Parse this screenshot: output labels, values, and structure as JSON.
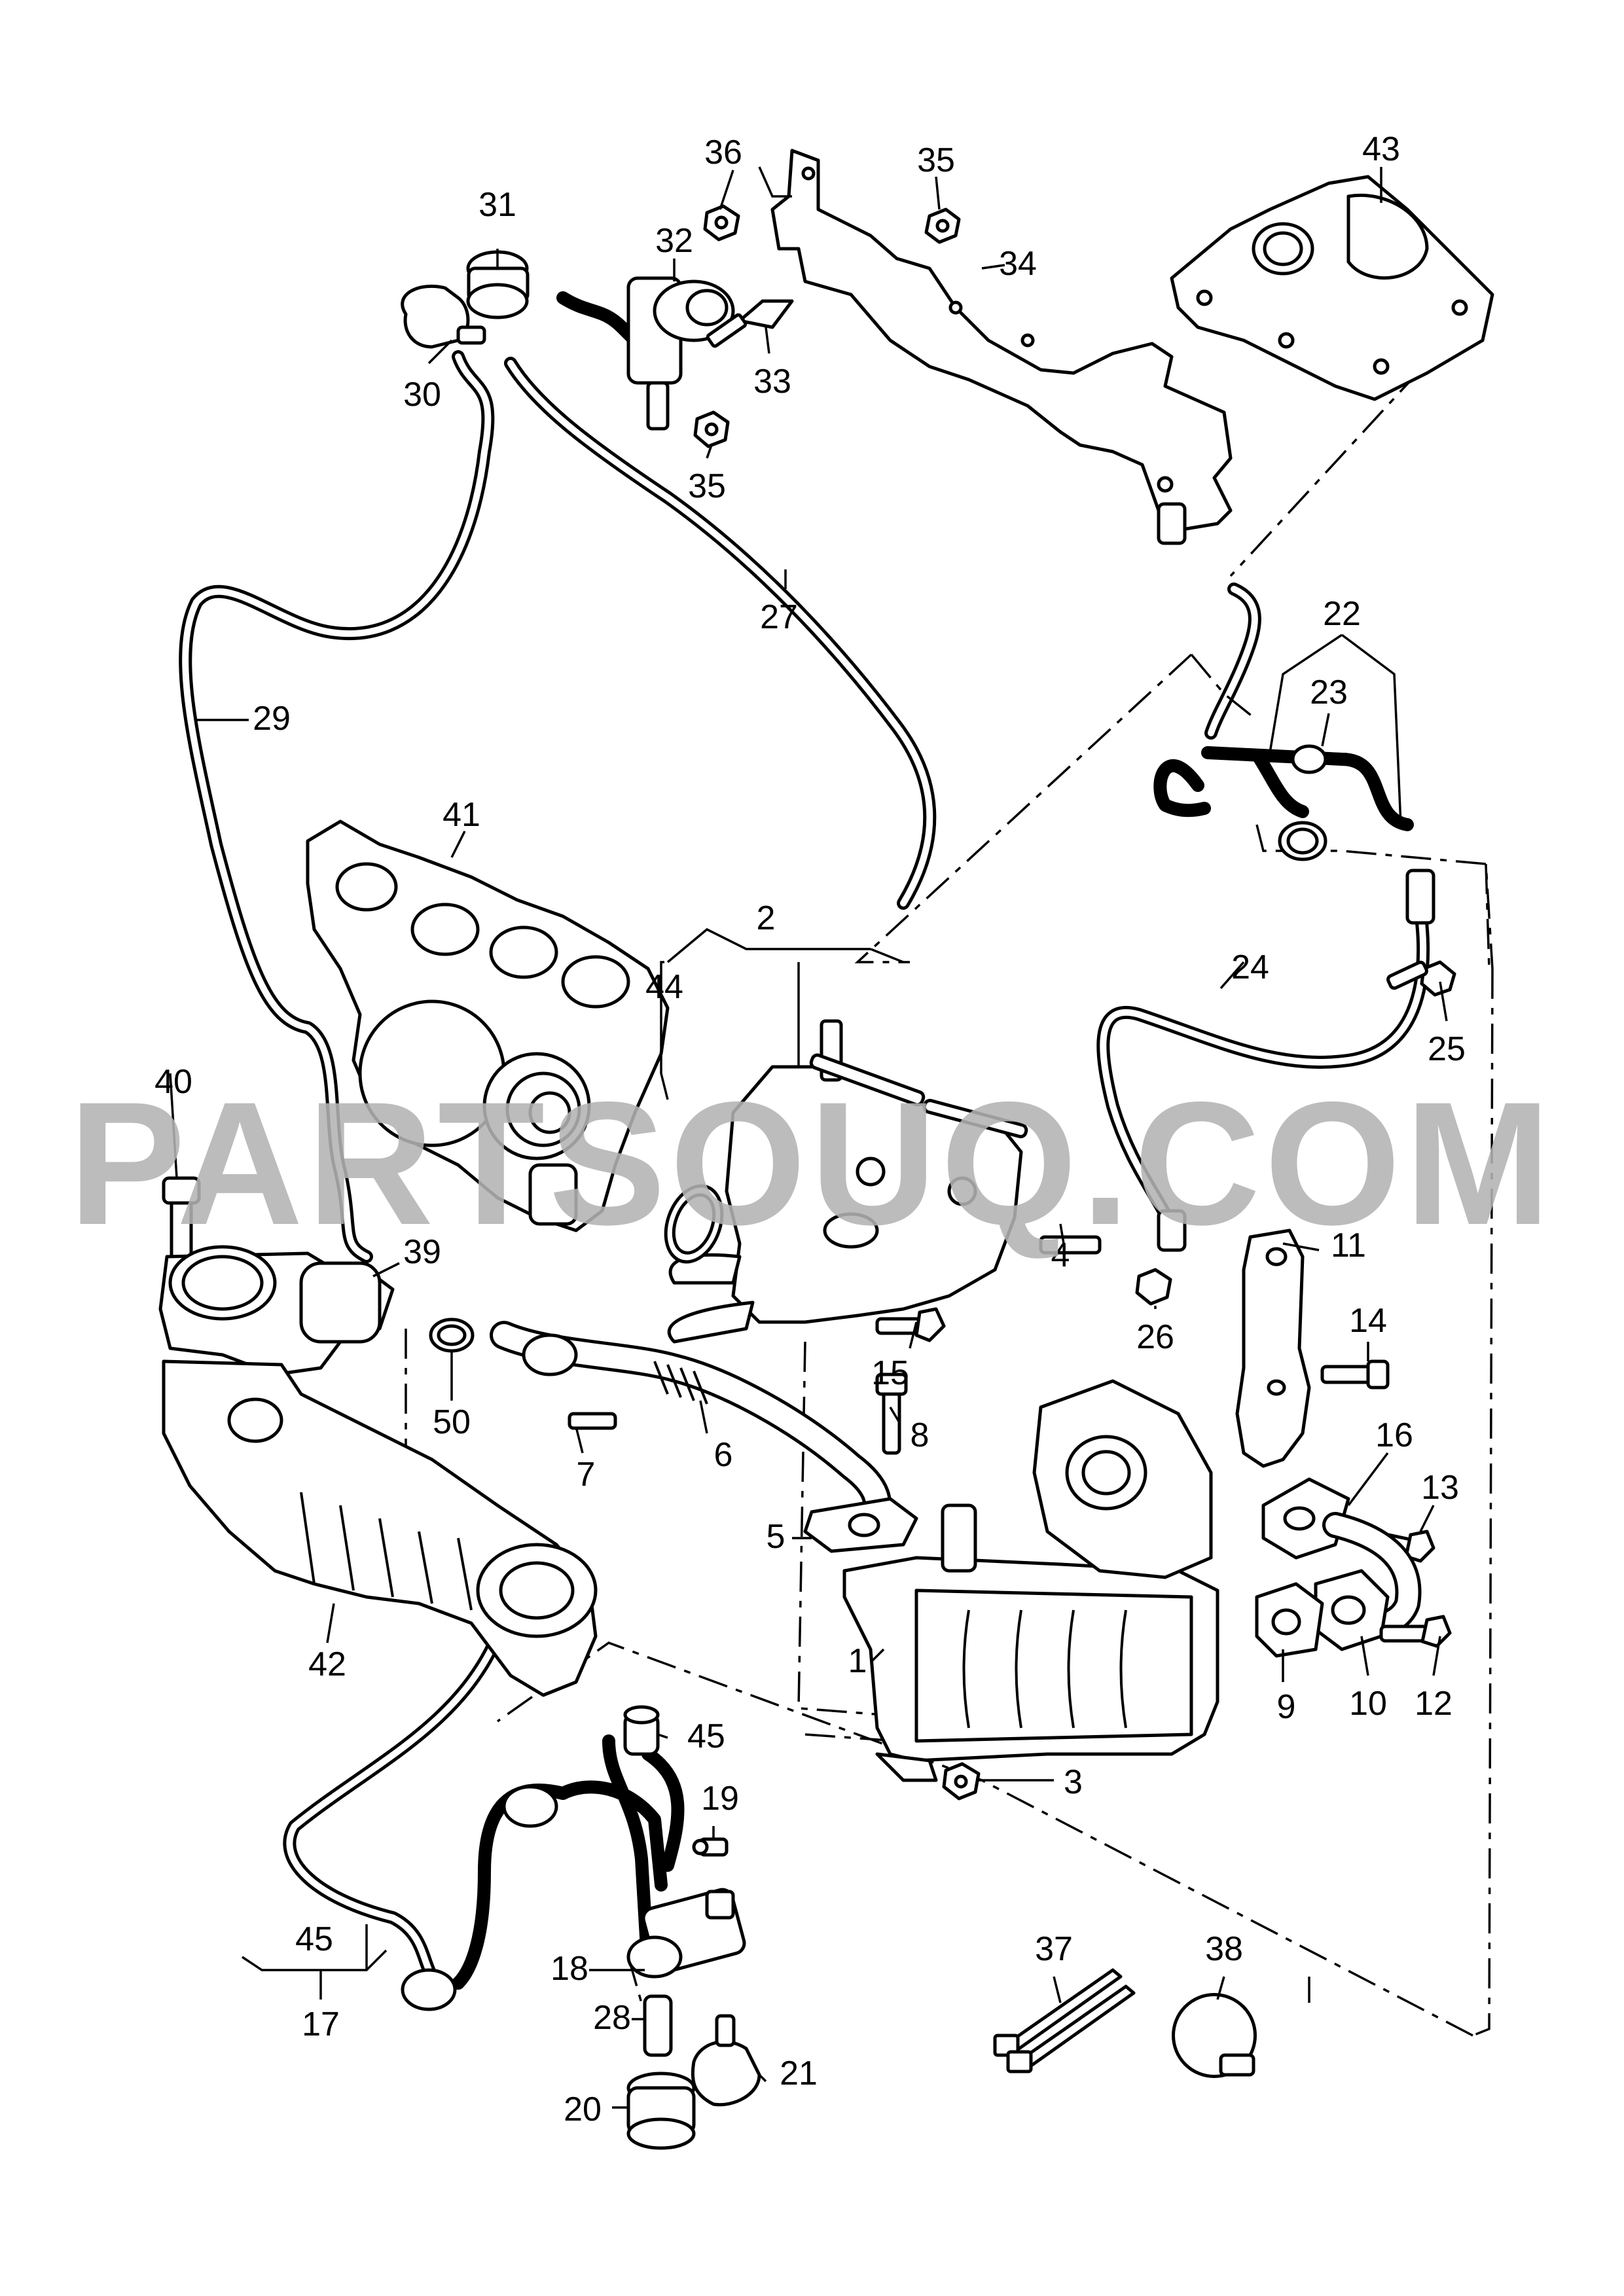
{
  "watermark": "PARTSOUQ.COM",
  "callouts": {
    "n1": "1",
    "n2": "2",
    "n3": "3",
    "n4": "4",
    "n5": "5",
    "n6": "6",
    "n7": "7",
    "n8": "8",
    "n9": "9",
    "n10": "10",
    "n11": "11",
    "n12": "12",
    "n13": "13",
    "n14": "14",
    "n15": "15",
    "n16": "16",
    "n17": "17",
    "n18": "18",
    "n19": "19",
    "n20": "20",
    "n21": "21",
    "n22": "22",
    "n23": "23",
    "n24": "24",
    "n25": "25",
    "n26": "26",
    "n27": "27",
    "n28": "28",
    "n29": "29",
    "n30": "30",
    "n31": "31",
    "n32": "32",
    "n33": "33",
    "n34": "34",
    "n35a": "35",
    "n35b": "35",
    "n36": "36",
    "n37": "37",
    "n38": "38",
    "n39": "39",
    "n40": "40",
    "n41": "41",
    "n42": "42",
    "n43": "43",
    "n44": "44",
    "n45a": "45",
    "n45b": "45",
    "n50": "50"
  }
}
